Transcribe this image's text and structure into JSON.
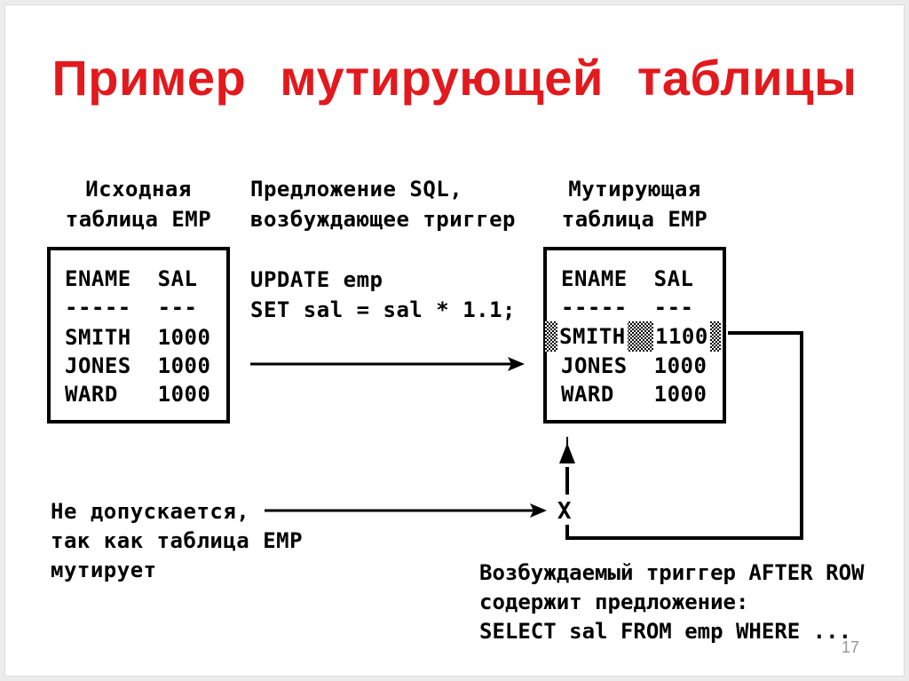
{
  "slide": {
    "title": "Пример мутирующей таблицы",
    "page_number": "17",
    "colors": {
      "title_red": "#e2191d",
      "page_gray": "#969696",
      "line_black": "#000000"
    }
  },
  "diagram": {
    "left_header": "Исходная\nтаблица EMP",
    "middle_header": "Предложение SQL,\nвозбуждающее триггер",
    "right_header": "Мутирующая\nтаблица EMP",
    "source_table": {
      "lines": [
        "ENAME  SAL",
        "-----  ---",
        "SMITH  1000",
        "JONES  1000",
        "WARD   1000"
      ]
    },
    "sql_statement": "UPDATE emp\nSET sal = sal * 1.1;",
    "mutating_table": {
      "header_line": "ENAME  SAL",
      "divider_line": "-----  ---",
      "highlighted_row": {
        "ename": "SMITH",
        "sal": "1100"
      },
      "row_jones": "JONES  1000",
      "row_ward": "WARD   1000"
    },
    "blocked_label": "Не допускается,\nтак как таблица EMP\nмутирует",
    "blocked_marker": "X",
    "trigger_note": "Возбуждаемый триггер AFTER ROW\nсодержит предложение:\nSELECT sal FROM emp WHERE ..."
  }
}
